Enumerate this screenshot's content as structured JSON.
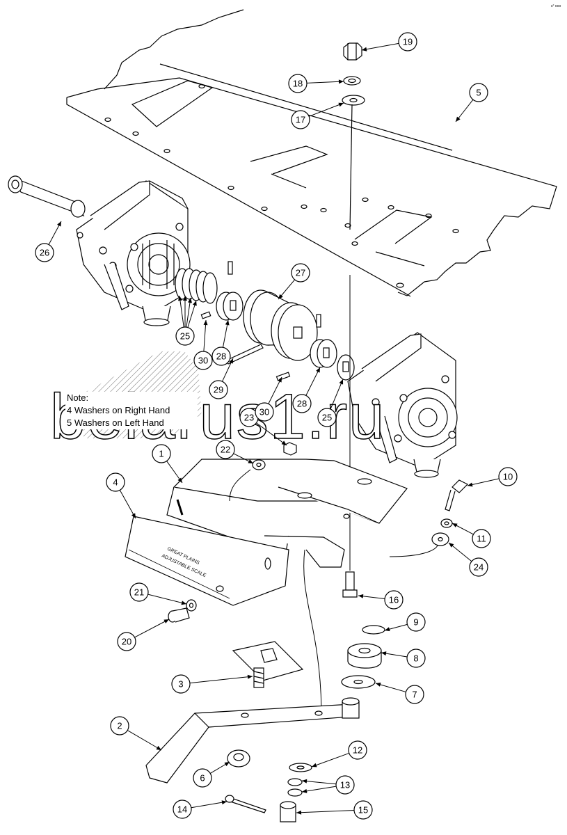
{
  "corner_mark": "s° ooo",
  "watermark": "belarus1.ru",
  "note": {
    "title": "Note:",
    "line1": "4 Washers on Right Hand",
    "line2": "5 Washers on Left Hand"
  },
  "scale_label": {
    "brand": "GREAT PLAINS",
    "sub": "ADJUSTABLE SCALE"
  },
  "callouts": [
    {
      "id": "1",
      "label": "1"
    },
    {
      "id": "2",
      "label": "2"
    },
    {
      "id": "3",
      "label": "3"
    },
    {
      "id": "4",
      "label": "4"
    },
    {
      "id": "5",
      "label": "5"
    },
    {
      "id": "6",
      "label": "6"
    },
    {
      "id": "7",
      "label": "7"
    },
    {
      "id": "8",
      "label": "8"
    },
    {
      "id": "9",
      "label": "9"
    },
    {
      "id": "10",
      "label": "10"
    },
    {
      "id": "11",
      "label": "11"
    },
    {
      "id": "12",
      "label": "12"
    },
    {
      "id": "13",
      "label": "13"
    },
    {
      "id": "14",
      "label": "14"
    },
    {
      "id": "15",
      "label": "15"
    },
    {
      "id": "16",
      "label": "16"
    },
    {
      "id": "17",
      "label": "17"
    },
    {
      "id": "18",
      "label": "18"
    },
    {
      "id": "19",
      "label": "19"
    },
    {
      "id": "20",
      "label": "20"
    },
    {
      "id": "21",
      "label": "21"
    },
    {
      "id": "22",
      "label": "22"
    },
    {
      "id": "23",
      "label": "23"
    },
    {
      "id": "24",
      "label": "24"
    },
    {
      "id": "25a",
      "label": "25"
    },
    {
      "id": "25b",
      "label": "25"
    },
    {
      "id": "26",
      "label": "26"
    },
    {
      "id": "27",
      "label": "27"
    },
    {
      "id": "28a",
      "label": "28"
    },
    {
      "id": "28b",
      "label": "28"
    },
    {
      "id": "29",
      "label": "29"
    },
    {
      "id": "30a",
      "label": "30"
    },
    {
      "id": "30b",
      "label": "30"
    }
  ]
}
